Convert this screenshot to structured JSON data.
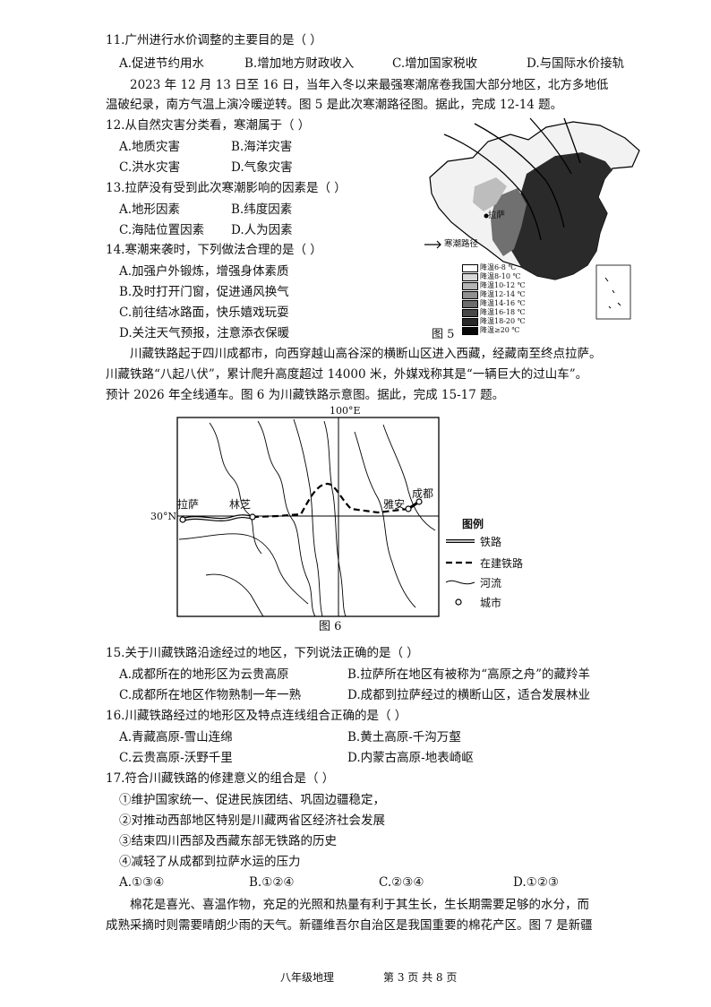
{
  "q11": {
    "stem": "11.广州进行水价调整的主要目的是（    ）",
    "a": "A.促进节约用水",
    "b": "B.增加地方财政收入",
    "c": "C.增加国家税收",
    "d": "D.与国际水价接轨"
  },
  "intro1": {
    "l1": "2023 年 12 月 13 日至 16 日，当年入冬以来最强寒潮席卷我国大部分地区，北方多地低",
    "l2": "温破纪录，南方气温上演冷暖逆转。图 5 是此次寒潮路径图。据此，完成 12-14 题。"
  },
  "q12": {
    "stem": "12.从自然灾害分类看，寒潮属于（    ）",
    "a": "A.地质灾害",
    "b": "B.海洋灾害",
    "c": "C.洪水灾害",
    "d": "D.气象灾害"
  },
  "q13": {
    "stem": "13.拉萨没有受到此次寒潮影响的因素是（    ）",
    "a": "A.地形因素",
    "b": "B.纬度因素",
    "c": "C.海陆位置因素",
    "d": "D.人为因素"
  },
  "q14": {
    "stem": "14.寒潮来袭时，下列做法合理的是（    ）",
    "a": "A.加强户外锻炼，增强身体素质",
    "b": "B.及时打开门窗，促进通风换气",
    "c": "C.前往结冰路面，快乐嬉戏玩耍",
    "d": "D.关注天气预报，注意添衣保暖"
  },
  "fig5": {
    "caption": "图 5",
    "city": "拉萨",
    "route_label": "寒潮路径",
    "legend": [
      "降温6-8 ℃",
      "降温8-10 ℃",
      "降温10-12 ℃",
      "降温12-14 ℃",
      "降温14-16 ℃",
      "降温16-18 ℃",
      "降温18-20 ℃",
      "降温≥20 ℃"
    ],
    "legend_colors": [
      "#ffffff",
      "#d8d8d8",
      "#b4b4b4",
      "#909090",
      "#6c6c6c",
      "#484848",
      "#282828",
      "#080808"
    ]
  },
  "intro2": {
    "l1": "川藏铁路起于四川成都市，向西穿越山高谷深的横断山区进入西藏，经藏南至终点拉萨。",
    "l2": "川藏铁路“八起八伏”，累计爬升高度超过 14000 米，外媒戏称其是“一辆巨大的过山车”。",
    "l3": "预计 2026 年全线通车。图 6 为川藏铁路示意图。据此，完成 15-17 题。"
  },
  "fig6": {
    "caption": "图 6",
    "lon": "100°E",
    "lat": "30°N",
    "cities": [
      "拉萨",
      "林芝",
      "雅安",
      "成都"
    ],
    "legend_title": "图例",
    "legend": [
      "铁路",
      "在建铁路",
      "河流",
      "城市"
    ]
  },
  "q15": {
    "stem": "15.关于川藏铁路沿途经过的地区，下列说法正确的是（    ）",
    "a": "A.成都所在的地形区为云贵高原",
    "b": "B.拉萨所在地区有被称为“高原之舟”的藏羚羊",
    "c": "C.成都所在地区作物熟制一年一熟",
    "d": "D.成都到拉萨经过的横断山区，适合发展林业"
  },
  "q16": {
    "stem": "16.川藏铁路经过的地形区及特点连线组合正确的是（    ）",
    "a": "A.青藏高原-雪山连绵",
    "b": "B.黄土高原-千沟万壑",
    "c": "C.云贵高原-沃野千里",
    "d": "D.内蒙古高原-地表崎岖"
  },
  "q17": {
    "stem": "17.符合川藏铁路的修建意义的组合是（    ）",
    "s1": "①维护国家统一、促进民族团结、巩固边疆稳定，",
    "s2": "②对推动西部地区特别是川藏两省区经济社会发展",
    "s3": "③结束四川西部及西藏东部无铁路的历史",
    "s4": "④减轻了从成都到拉萨水运的压力",
    "a": "A.①③④",
    "b": "B.①②④",
    "c": "C.②③④",
    "d": "D.①②③"
  },
  "intro3": {
    "l1": "棉花是喜光、喜温作物，充足的光照和热量有利于其生长，生长期需要足够的水分，而",
    "l2": "成熟采摘时则需要晴朗少雨的天气。新疆维吾尔自治区是我国重要的棉花产区。图 7 是新疆"
  },
  "footer": {
    "subject": "八年级地理",
    "page": "第 3 页 共 8 页"
  }
}
